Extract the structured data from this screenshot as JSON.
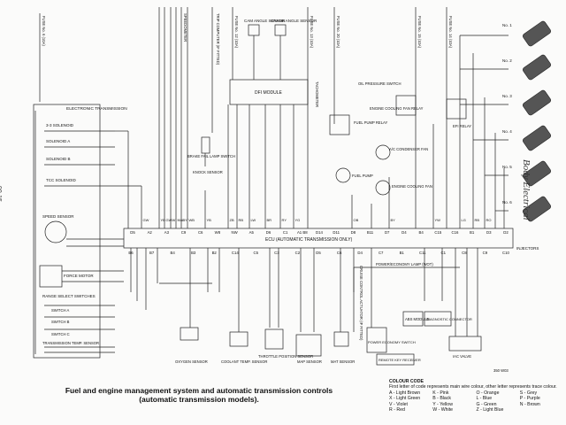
{
  "caption": {
    "line1": "Fuel and engine management system and automatic transmission controls",
    "line2": "(automatic transmission models)."
  },
  "side_title": "Body Electrical",
  "page_number": "90-15",
  "figure_ref": "350 W03",
  "colour_code": {
    "title": "COLOUR CODE",
    "note": "First letter of code represents main wire colour, other letter represents trace colour.",
    "entries": [
      "A - Light Brown",
      "K - Pink",
      "O - Orange",
      "S - Grey",
      "X - Light Green",
      "B - Black",
      "L - Blue",
      "P - Purple",
      "V - Violet",
      "Y - Yellow",
      "G - Green",
      "N - Brown",
      "R - Red",
      "W - White",
      "Z - Light Blue"
    ]
  },
  "components": {
    "et_box": "ELECTRONIC TRANSMISSION",
    "sol_34": "3-3 SOLENOID",
    "sol_a": "SOLENOID A",
    "sol_b": "SOLENOID B",
    "tcc": "TCC SOLENOID",
    "speed": "SPEED SENSOR",
    "force": "FORCE MOTOR",
    "range": "RANGE SELECT SWITCHES",
    "sw_a": "SWITCH A",
    "sw_b": "SWITCH B",
    "sw_c": "SWITCH C",
    "trans_temp": "TRANSMISSION TEMP. SENSOR",
    "cam": "CAM ANGLE SENSOR",
    "crank": "CRANK ANGLE SENSOR",
    "dfi": "DFI MODULE",
    "ecu": "ECU (AUTOMATIC TRANSMISSION ONLY)",
    "brake": "BRAKE FAIL LAMP SWITCH",
    "knock": "KNOCK SENSOR",
    "oil": "OIL PRESSURE SWITCH",
    "ecf_relay": "ENGINE COOLING FAN RELAY",
    "fp_relay": "FUEL PUMP RELAY",
    "efi_relay": "EFI RELAY",
    "ac_fan": "A/C CONDENSER FAN",
    "fuel_pump": "FUEL PUMP",
    "ecf": "ENGINE COOLING FAN",
    "injectors": "INJECTORS",
    "o2": "OXYGEN SENSOR",
    "coolant": "COOLANT TEMP. SENSOR",
    "throttle": "THROTTLE POSITION SENSOR",
    "map": "MAP SENSOR",
    "mat": "MAT SENSOR",
    "pwr_lamp": "POWER/ECONOMY LAMP (WOT)",
    "abs": "ABS MODULE",
    "diag": "DIAGNOSTIC CONNECTOR",
    "pwr_sw": "POWER ECONOMY SWITCH",
    "remote": "REMOTE KEY RECEIVER",
    "iac": "IAC VALVE",
    "cruise": "CRUISE CONTROL ACTUATOR (IF FITTED)",
    "tacho": "TACHOMETER",
    "trip": "TRIP COMPUTER (IF FITTED)",
    "speedo": "SPEEDOMETER"
  },
  "fuse_labels": [
    "FUSE No. 6 (10A)",
    "FUSE No. 12 (10A)",
    "FUSE No. 20 (10A)",
    "FUSE No. 15 (10A)",
    "FUSE No. 14 (10A)",
    "FUSE No. 13 (10A)"
  ],
  "injector_labels": [
    "No. 1",
    "No. 2",
    "No. 3",
    "No. 4",
    "No. 5",
    "No. 6"
  ],
  "ecu_pins_top": [
    "D5",
    "A2",
    "A3",
    "C9",
    "C6",
    "W8",
    "NW",
    "A5",
    "D6",
    "C1",
    "A1 B8",
    "D14",
    "D11",
    "D8",
    "B11",
    "D7",
    "D4",
    "B4",
    "C15",
    "C16",
    "B1",
    "D3",
    "D2"
  ],
  "ecu_pins_bottom": [
    "B6",
    "B7",
    "B4",
    "B3",
    "B2",
    "C14",
    "C5",
    "C3",
    "C2",
    "D5",
    "C6",
    "D4",
    "C7",
    "B1",
    "C11",
    "C1",
    "C8",
    "C9",
    "C10"
  ],
  "wire_codes": [
    "GW",
    "YB",
    "GW",
    "W",
    "NW",
    "BY",
    "WB",
    "YB",
    "ZB",
    "RB",
    "LW",
    "BR",
    "RY",
    "YG",
    "OB",
    "BY",
    "YW",
    "LG",
    "RB",
    "RO"
  ]
}
